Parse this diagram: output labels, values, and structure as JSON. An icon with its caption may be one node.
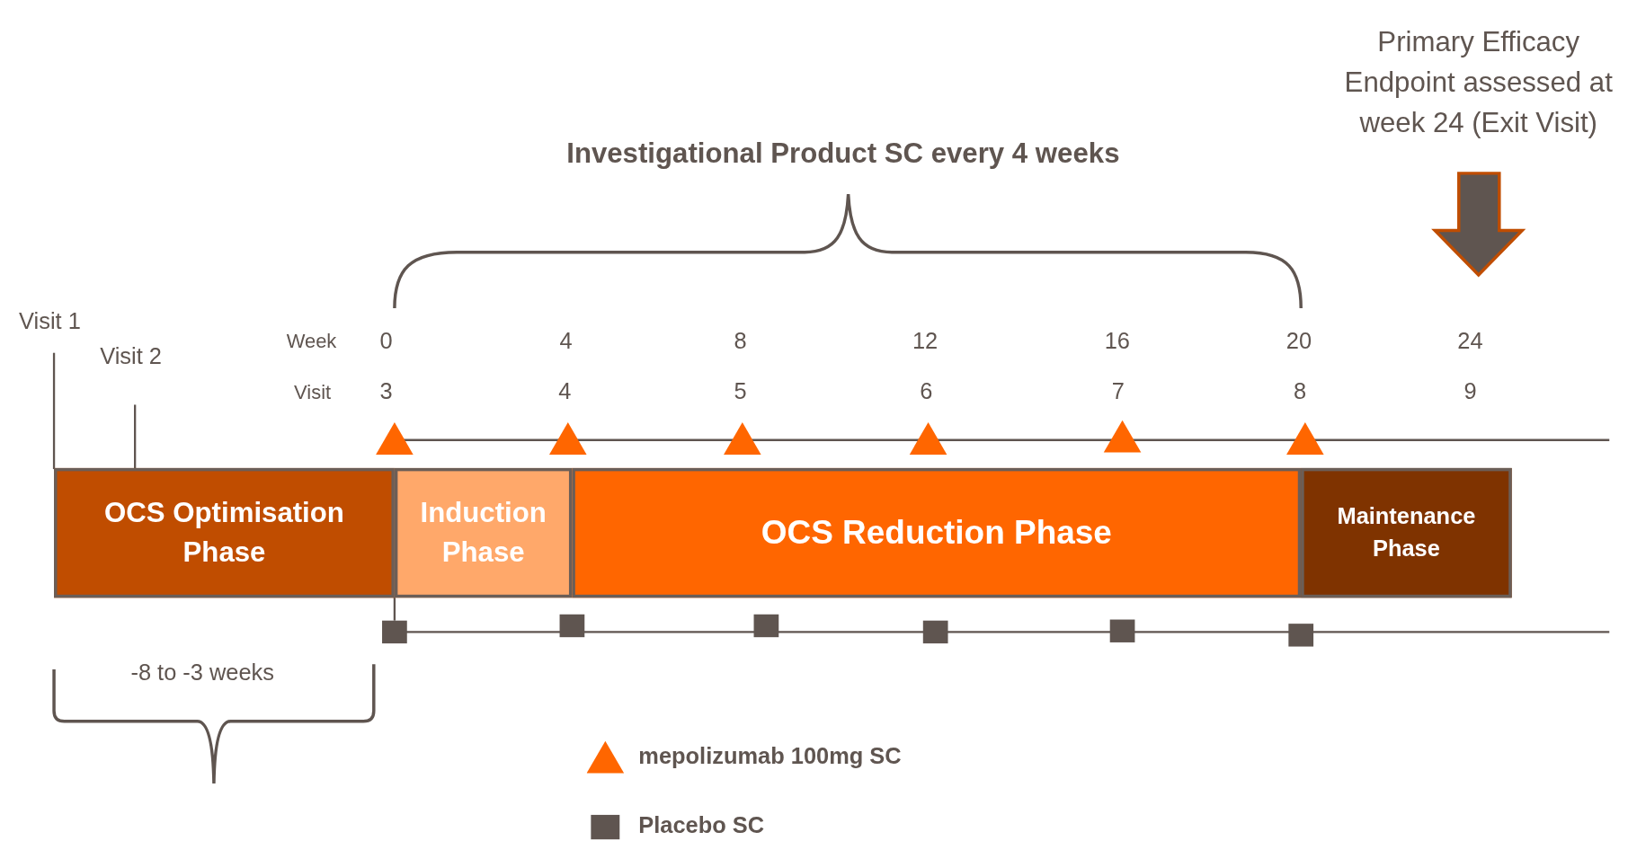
{
  "diagram": {
    "nodes": [
      {
        "text": [
          "OCS Optimisation Phase"
        ]
      },
      {
        "text": [
          "Induction Phase"
        ]
      },
      {
        "text": [
          "OCS Reduction Phase"
        ]
      },
      {
        "text": [
          "Maintenance Phase"
        ]
      }
    ],
    "labels": [
      "Primary Efficacy Endpoint assessed at week 24 (Exit Visit)",
      "Investigational Product  SC every 4 weeks",
      "Visit 1",
      "Visit 2",
      "Week",
      "0",
      "4",
      "8",
      "12",
      "16",
      "20",
      "24",
      "Visit",
      "3",
      "4",
      "5",
      "6",
      "7",
      "8",
      "9",
      "-8 to -3 weeks"
    ],
    "legend": [
      {
        "text": "mepolizumab 100mg SC"
      },
      {
        "text": "Placebo SC"
      }
    ]
  }
}
